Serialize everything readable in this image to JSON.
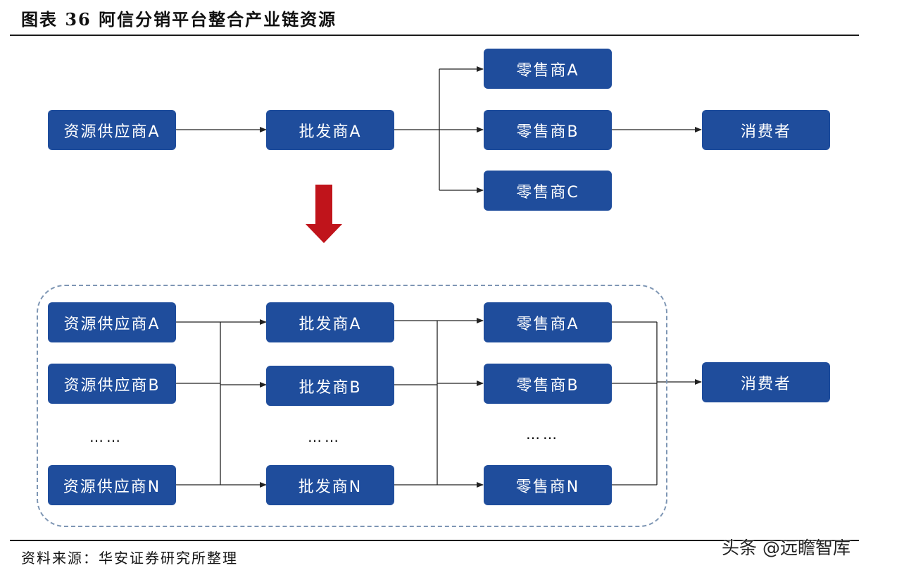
{
  "header": {
    "title": "图表 36 阿信分销平台整合产业链资源"
  },
  "before": {
    "supplier": "资源供应商A",
    "wholesaler": "批发商A",
    "retailers": [
      "零售商A",
      "零售商B",
      "零售商C"
    ],
    "consumer": "消费者"
  },
  "after": {
    "suppliers": [
      "资源供应商A",
      "资源供应商B",
      "资源供应商N"
    ],
    "wholesalers": [
      "批发商A",
      "批发商B",
      "批发商N"
    ],
    "retailers": [
      "零售商A",
      "零售商B",
      "零售商N"
    ],
    "ellipsis": "……",
    "consumer": "消费者"
  },
  "footer": {
    "source": "资料来源：华安证券研究所整理",
    "watermark": "头条 @远瞻智库"
  },
  "colors": {
    "box_fill": "#1f4d9c",
    "box_text": "#ffffff",
    "arrow_down": "#c0141b",
    "connector": "#222222",
    "dashed_border": "#7e96b4"
  }
}
